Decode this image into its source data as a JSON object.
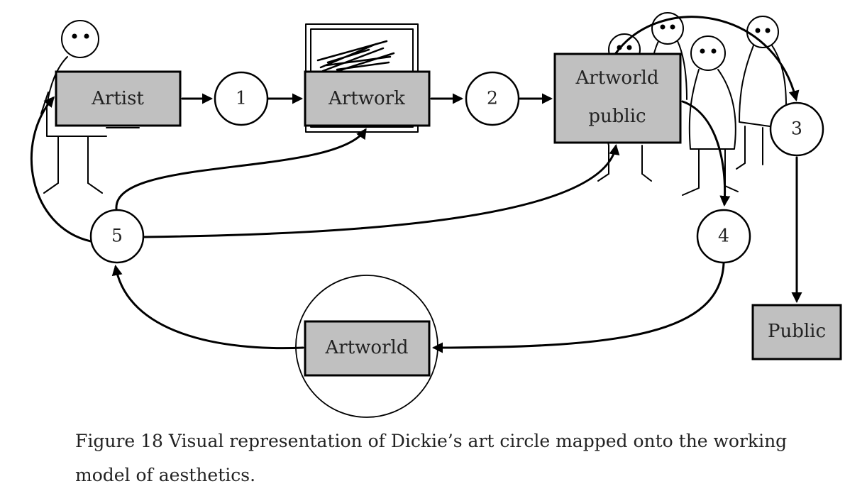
{
  "diagram": {
    "boxes": {
      "artist": "Artist",
      "artwork": "Artwork",
      "artworld_public_line1": "Artworld",
      "artworld_public_line2": "public",
      "public": "Public",
      "artworld": "Artworld"
    },
    "nodes": {
      "n1": "1",
      "n2": "2",
      "n3": "3",
      "n4": "4",
      "n5": "5"
    },
    "colors": {
      "box_fill": "#c0c0c0",
      "stroke": "#000000",
      "node_fill": "#ffffff"
    }
  },
  "caption": {
    "text": "Figure 18 Visual representation of Dickie’s art circle mapped onto the working model of aesthetics."
  }
}
